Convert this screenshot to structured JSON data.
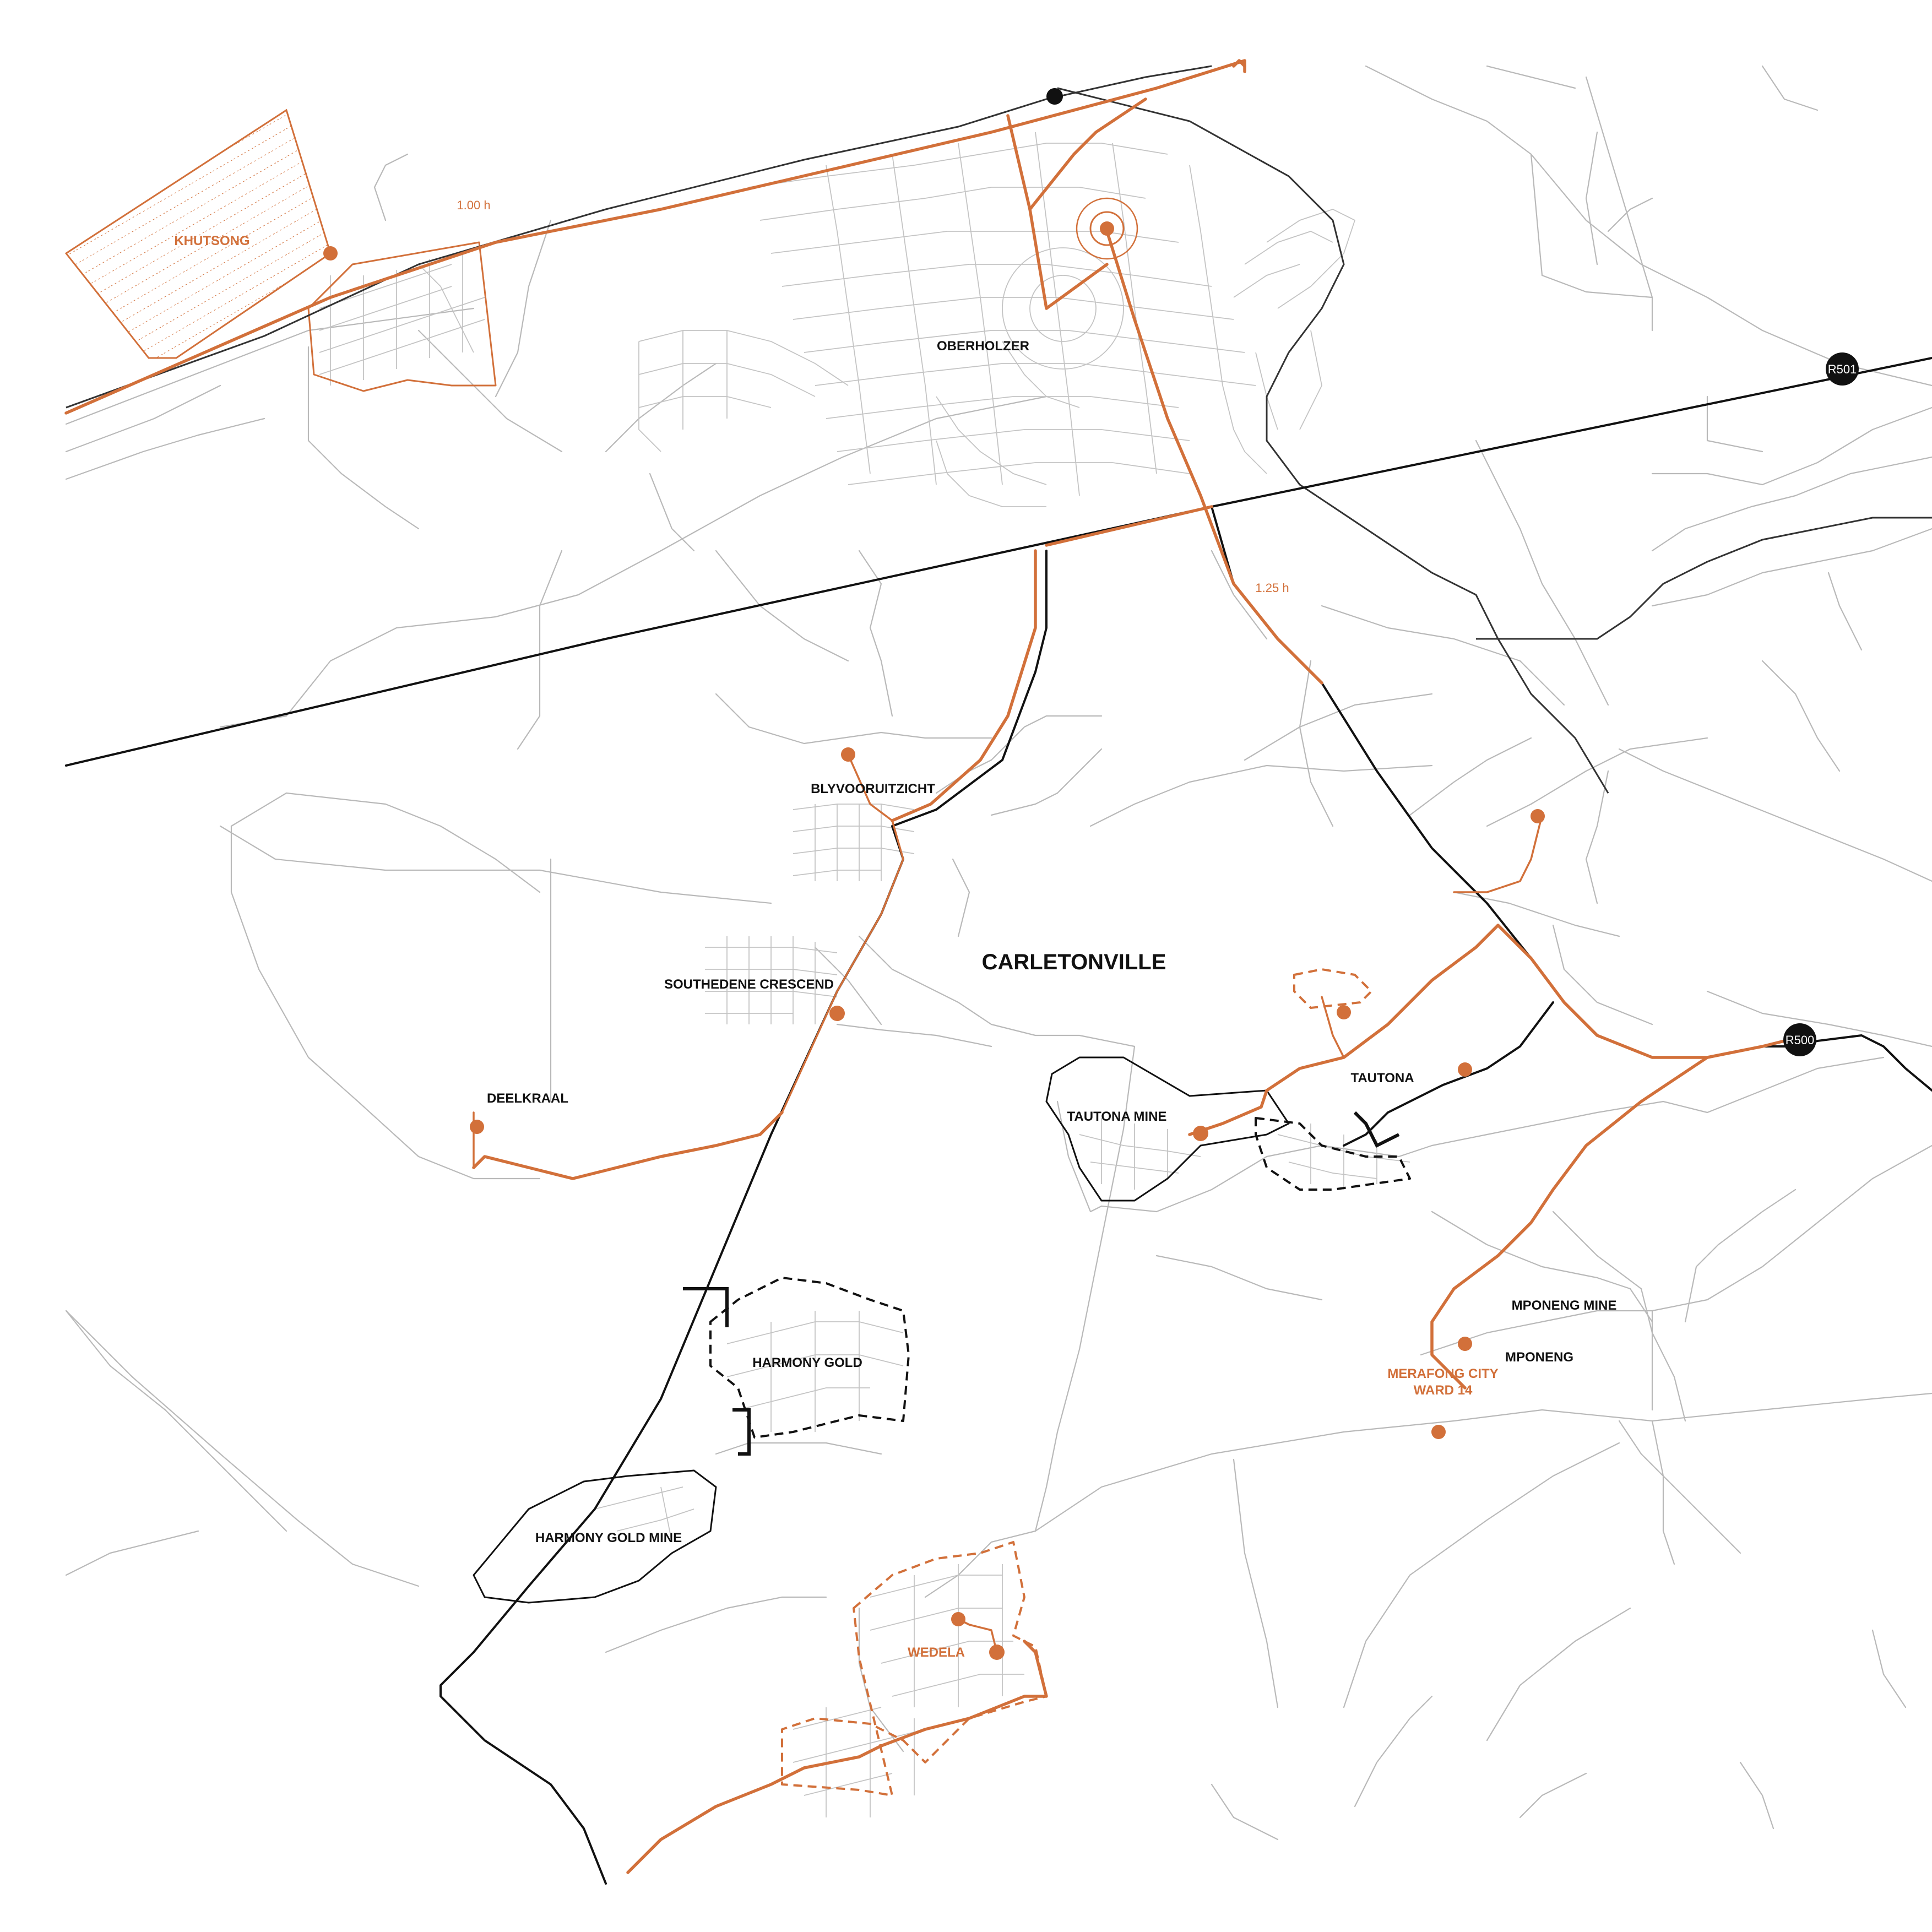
{
  "map": {
    "colors": {
      "route": "#d2703a",
      "road": "#111111",
      "street": "#b9b9b9",
      "background": "#ffffff"
    },
    "city_label": "CARLETONVILLE",
    "places": {
      "khutsong": "KHUTSONG",
      "oberholzer": "OBERHOLZER",
      "blyvooruitzicht": "BLYVOORUITZICHT",
      "southedene": "SOUTHEDENE CRESCEND",
      "deelkraal": "DEELKRAAL",
      "tautona_mine": "TAUTONA MINE",
      "tautona": "TAUTONA",
      "mponeng_mine": "MPONENG MINE",
      "mponeng": "MPONENG",
      "merafong_line1": "MERAFONG CITY",
      "merafong_line2": "WARD 14",
      "harmony_gold": "HARMONY GOLD",
      "harmony_gold_mine": "HARMONY GOLD MINE",
      "wedela": "WEDELA"
    },
    "travel_times": {
      "north": "1.00 h",
      "east": "1.25 h"
    },
    "road_shields": {
      "r501": "R501",
      "r500": "R500"
    },
    "icons": {
      "stop": "circle-marker-icon",
      "hub": "target-ring-icon",
      "station": "station-dot-icon",
      "shield": "road-shield-icon"
    }
  }
}
